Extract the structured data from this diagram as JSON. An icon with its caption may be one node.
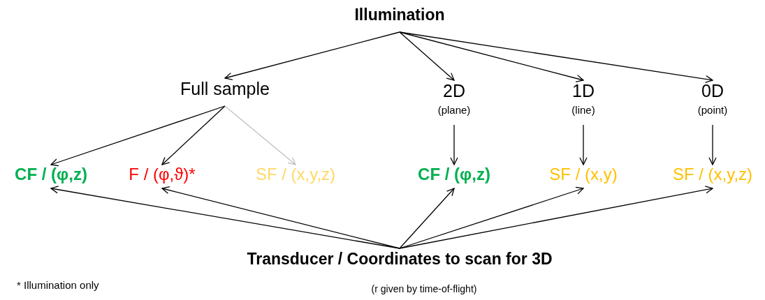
{
  "diagram": {
    "nodes": [
      {
        "text": [
          "Illumination"
        ]
      },
      {
        "text": [
          "Full sample"
        ]
      },
      {
        "text": [
          "2D",
          "(plane)"
        ]
      },
      {
        "text": [
          "1D",
          "(line)"
        ]
      },
      {
        "text": [
          "0D",
          "(point)"
        ]
      },
      {
        "text": [
          "CF / (φ,z)"
        ]
      },
      {
        "text": [
          "F / (φ,ϑ)*"
        ]
      },
      {
        "text": [
          "SF / (x,y,z)"
        ]
      },
      {
        "text": [
          "CF / (φ,z)"
        ]
      },
      {
        "text": [
          "SF / (x,y)"
        ]
      },
      {
        "text": [
          "SF / (x,y,z)"
        ]
      },
      {
        "text": [
          "Transducer / Coordinates to scan for 3D"
        ],
        "beside": [
          "(r given by time-of-flight)"
        ]
      }
    ],
    "edges": [
      {
        "from": 0,
        "to": 1,
        "arrow": "to"
      },
      {
        "from": 0,
        "to": 2,
        "arrow": "to"
      },
      {
        "from": 0,
        "to": 3,
        "arrow": "to"
      },
      {
        "from": 0,
        "to": 4,
        "arrow": "to"
      },
      {
        "from": 1,
        "to": 5,
        "arrow": "to"
      },
      {
        "from": 1,
        "to": 6,
        "arrow": "to"
      },
      {
        "from": 1,
        "to": 7,
        "arrow": "to",
        "color": "#c0c0c0"
      },
      {
        "from": 2,
        "to": 8,
        "arrow": "to"
      },
      {
        "from": 3,
        "to": 9,
        "arrow": "to"
      },
      {
        "from": 4,
        "to": 10,
        "arrow": "to"
      },
      {
        "from": 11,
        "to": 5,
        "arrow": "to"
      },
      {
        "from": 11,
        "to": 6,
        "arrow": "to"
      },
      {
        "from": 11,
        "to": 8,
        "arrow": "to"
      },
      {
        "from": 11,
        "to": 9,
        "arrow": "to"
      },
      {
        "from": 11,
        "to": 10,
        "arrow": "to"
      }
    ],
    "labels": [
      "* Illumination only"
    ]
  }
}
